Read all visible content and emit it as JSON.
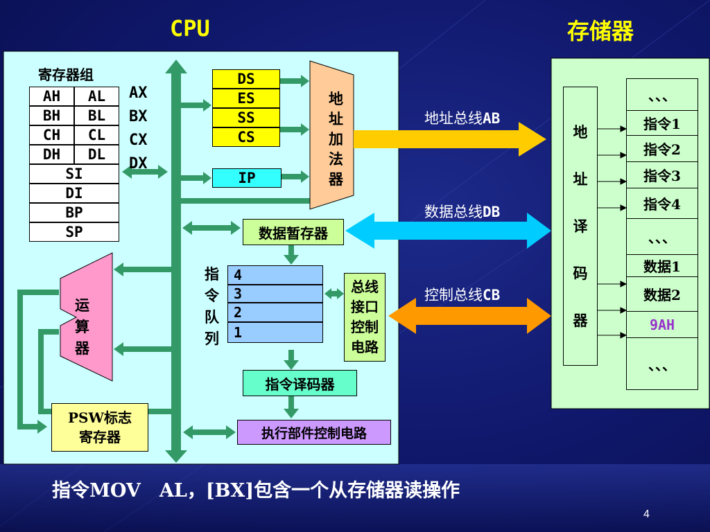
{
  "titles": {
    "cpu": "CPU",
    "memory": "存储器"
  },
  "cpu": {
    "register_group_label": "寄存器组",
    "gp_registers": [
      {
        "high": "AH",
        "low": "AL",
        "name": "AX"
      },
      {
        "high": "BH",
        "low": "BL",
        "name": "BX"
      },
      {
        "high": "CH",
        "low": "CL",
        "name": "CX"
      },
      {
        "high": "DH",
        "low": "DL",
        "name": "DX"
      }
    ],
    "other_registers": [
      "SI",
      "DI",
      "BP",
      "SP"
    ],
    "segment_registers": [
      "DS",
      "ES",
      "SS",
      "CS"
    ],
    "ip": "IP",
    "address_adder_chars": [
      "地",
      "址",
      "加",
      "法",
      "器"
    ],
    "data_buffer": "数据暂存器",
    "instruction_queue_label_chars": [
      "指",
      "令",
      "队",
      "列"
    ],
    "instruction_queue": [
      "4",
      "3",
      "2",
      "1"
    ],
    "bus_interface_chars": [
      "总线",
      "接口",
      "控制",
      "电路"
    ],
    "instruction_decoder": "指令译码器",
    "alu_chars": [
      "运",
      "算",
      "器"
    ],
    "psw_lines": [
      "PSW标志",
      "寄存器"
    ],
    "exec_control": "执行部件控制电路"
  },
  "buses": {
    "address": {
      "cn": "地址总线",
      "abbr": "AB"
    },
    "data": {
      "cn": "数据总线",
      "abbr": "DB"
    },
    "control": {
      "cn": "控制总线",
      "abbr": "CB"
    }
  },
  "memory": {
    "decoder_chars": [
      "地",
      "址",
      "译",
      "码",
      "器"
    ],
    "cells": [
      "、、、",
      "指令1",
      "指令2",
      "指令3",
      "指令4",
      "、、、",
      "数据1",
      "数据2",
      "9AH",
      "、、、"
    ]
  },
  "colors": {
    "title": "#ffff00",
    "cpu_panel": "#ccffff",
    "mem_panel": "#ccffcc",
    "segment": "#ffff00",
    "ip": "#33ffff",
    "buffer": "#ccff99",
    "queue": "#99ccff",
    "bus_if": "#ccff99",
    "decoder": "#66ffcc",
    "exec": "#cc99ff",
    "alu": "#ff99cc",
    "psw": "#ffff99",
    "adder": "#ffcc99",
    "internal_bus": "#339966",
    "address_bus": "#ffcc00",
    "data_bus": "#00ccff",
    "control_bus": "#ff9900",
    "highlight": "#9933cc"
  },
  "footer": {
    "instruction": "指令MOV　AL，[BX]包含一个从存储器读操作",
    "page": "4"
  }
}
